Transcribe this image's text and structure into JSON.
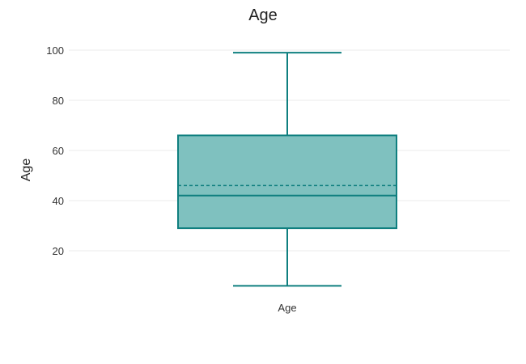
{
  "chart_data": {
    "type": "box",
    "title": "Age",
    "ylabel": "Age",
    "xlabel": "",
    "categories": [
      "Age"
    ],
    "ylim": [
      0,
      105
    ],
    "yticks": [
      20,
      40,
      60,
      80,
      100
    ],
    "grid": true,
    "series": [
      {
        "category": "Age",
        "min": 6,
        "q1": 29,
        "median": 42,
        "mean": 46,
        "q3": 66,
        "max": 99
      }
    ],
    "colors": {
      "line": "#0f7f7f",
      "fill": "#7fc1bf"
    }
  }
}
